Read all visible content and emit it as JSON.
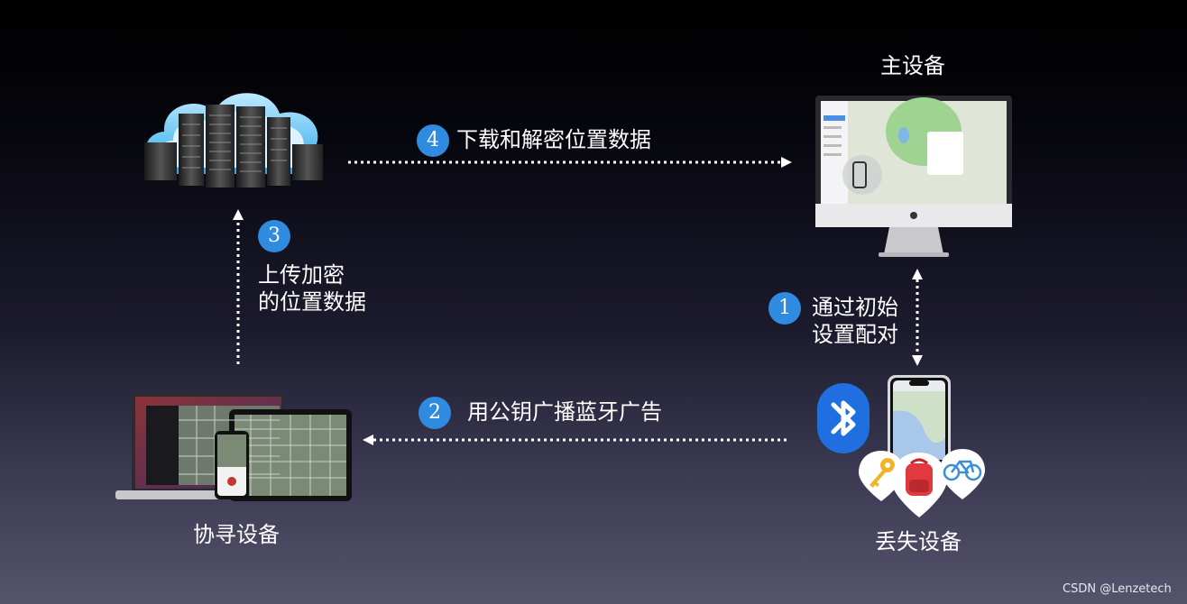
{
  "nodes": {
    "main_device": "主设备",
    "finder_device": "协寻设备",
    "lost_device": "丢失设备"
  },
  "steps": [
    {
      "number": "1",
      "text_line1": "通过初始",
      "text_line2": "设置配对"
    },
    {
      "number": "2",
      "text": "用公钥广播蓝牙广告"
    },
    {
      "number": "3",
      "text_line1": "上传加密",
      "text_line2": "的位置数据"
    },
    {
      "number": "4",
      "text": "下载和解密位置数据"
    }
  ],
  "watermark": "CSDN @Lenzetech",
  "icons": [
    "cloud-server-icon",
    "imac-icon",
    "macbook-ipad-iphone-icon",
    "iphone-icon",
    "bluetooth-icon",
    "key-icon",
    "backpack-icon",
    "bicycle-icon"
  ],
  "colors": {
    "accent": "#2f8be0",
    "bluetooth": "#1f6fe0",
    "arrow": "#ffffff"
  }
}
